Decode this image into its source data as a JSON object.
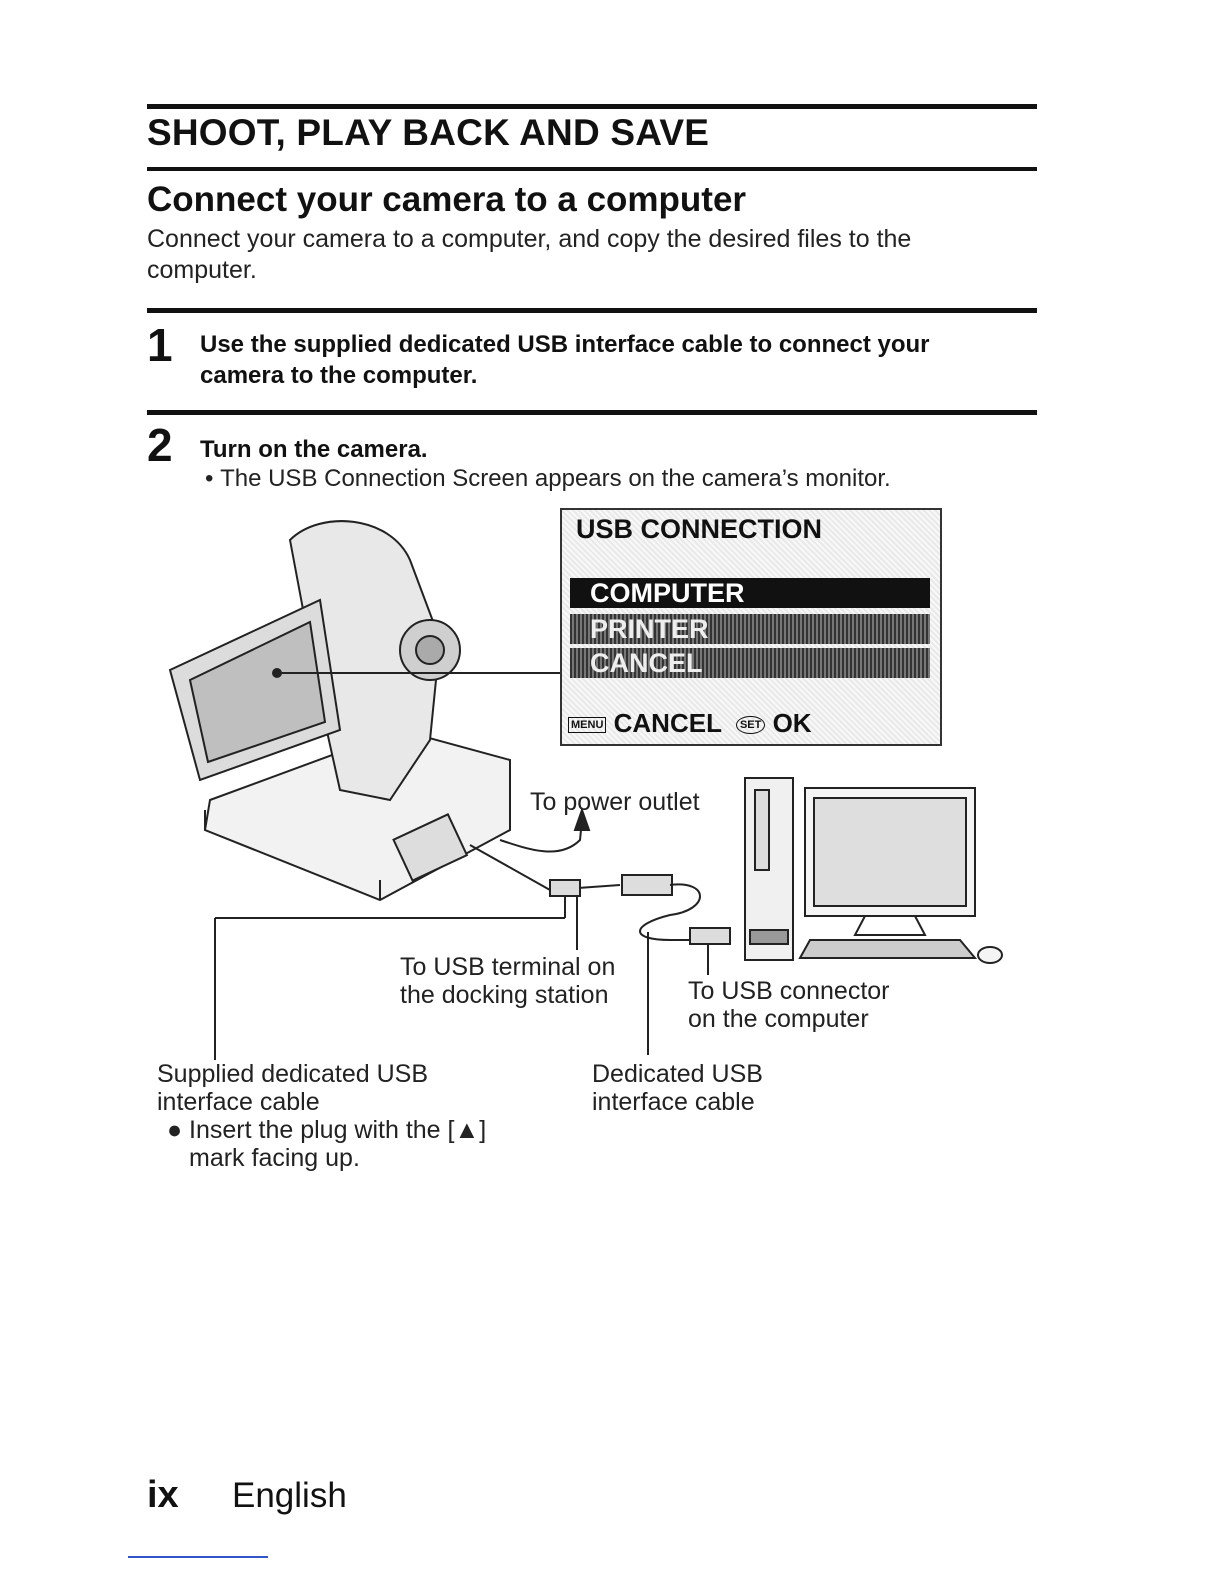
{
  "section_title": "SHOOT, PLAY BACK AND SAVE",
  "subsection_title": "Connect your camera to a computer",
  "intro_text": "Connect your camera to a computer, and copy the desired files to the computer.",
  "steps": [
    {
      "number": "1",
      "text": "Use the supplied dedicated USB interface cable to connect your camera to the computer."
    },
    {
      "number": "2",
      "text": "Turn on the camera.",
      "bullet": "The USB Connection Screen appears on the camera’s monitor."
    }
  ],
  "camera_screen": {
    "title": "USB CONNECTION",
    "items": [
      "COMPUTER",
      "PRINTER",
      "CANCEL"
    ],
    "selected": "COMPUTER",
    "footer_menu": "MENU",
    "footer_cancel": "CANCEL",
    "footer_set": "SET",
    "footer_ok": "OK"
  },
  "labels": {
    "power_outlet": "To power outlet",
    "usb_terminal_1": "To USB terminal on",
    "usb_terminal_2": "the docking station",
    "usb_connector_1": "To USB connector",
    "usb_connector_2": "on the computer",
    "supplied_cable_1": "Supplied dedicated USB",
    "supplied_cable_2": "interface cable",
    "insert_note_1": "Insert the plug with the [▲]",
    "insert_note_2": "mark facing up.",
    "dedicated_cable_1": "Dedicated USB",
    "dedicated_cable_2": "interface cable"
  },
  "footer": {
    "page_number": "ix",
    "language": "English"
  }
}
